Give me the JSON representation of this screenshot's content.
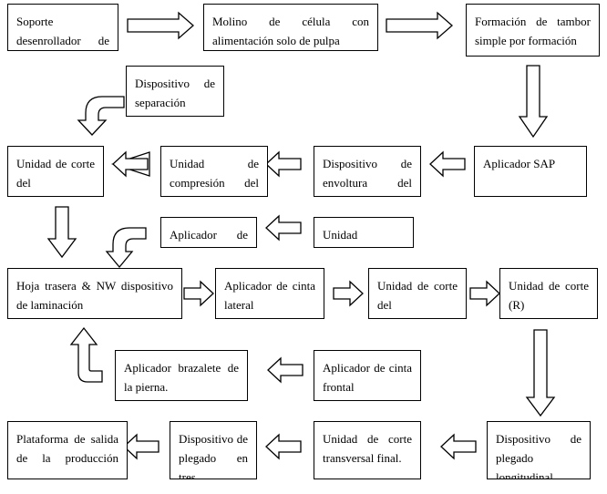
{
  "diagram": {
    "boxes": {
      "soporte_desenrollador": "Soporte desenrollador de",
      "molino": "Molino de célula con alimentación solo de pulpa",
      "formacion_tambor": "Formación de tambor simple por formación",
      "dispositivo_separacion": "Dispositivo de separación",
      "unidad_corte_1": "Unidad de corte del",
      "unidad_compresion": "Unidad de compresión del",
      "dispositivo_envoltura": "Dispositivo de envoltura del",
      "aplicador_sap": "Aplicador SAP",
      "aplicador_de": "Aplicador de",
      "unidad": "Unidad",
      "hoja_trasera": "Hoja trasera & NW dispositivo de laminación",
      "aplicador_cinta_lateral": "Aplicador de cinta lateral",
      "unidad_corte_2": "Unidad de corte del",
      "unidad_corte_r": "Unidad de corte (R)",
      "aplicador_brazalete": "Aplicador brazalete de la pierna.",
      "aplicador_cinta_frontal": "Aplicador de cinta frontal",
      "plataforma_salida": "Plataforma de salida de la producción",
      "dispositivo_plegado_tres": "Dispositivo de plegado en tres.",
      "unidad_corte_transversal": "Unidad de corte transversal final.",
      "dispositivo_plegado_longitudinal": "Dispositivo de plegado longitudinal"
    }
  }
}
